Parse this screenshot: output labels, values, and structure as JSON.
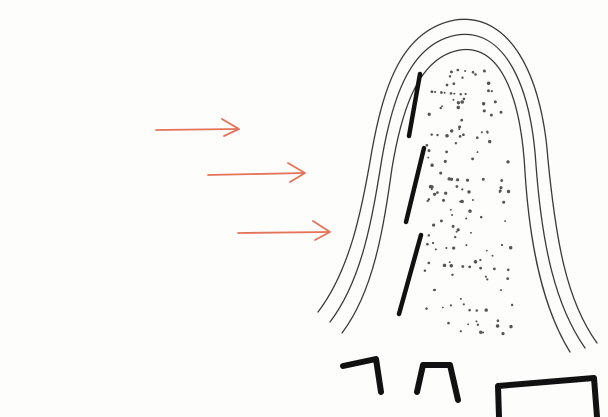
{
  "diagram": {
    "colors": {
      "arrow": "#e4735a",
      "contour": "#3a3a3a",
      "segments": "#111111",
      "dots": "#555555",
      "paper": "#fdfdfc"
    },
    "arrows_count_shown": 3,
    "contour_lines_shown": 3,
    "bracket_shapes_shown": 3
  }
}
